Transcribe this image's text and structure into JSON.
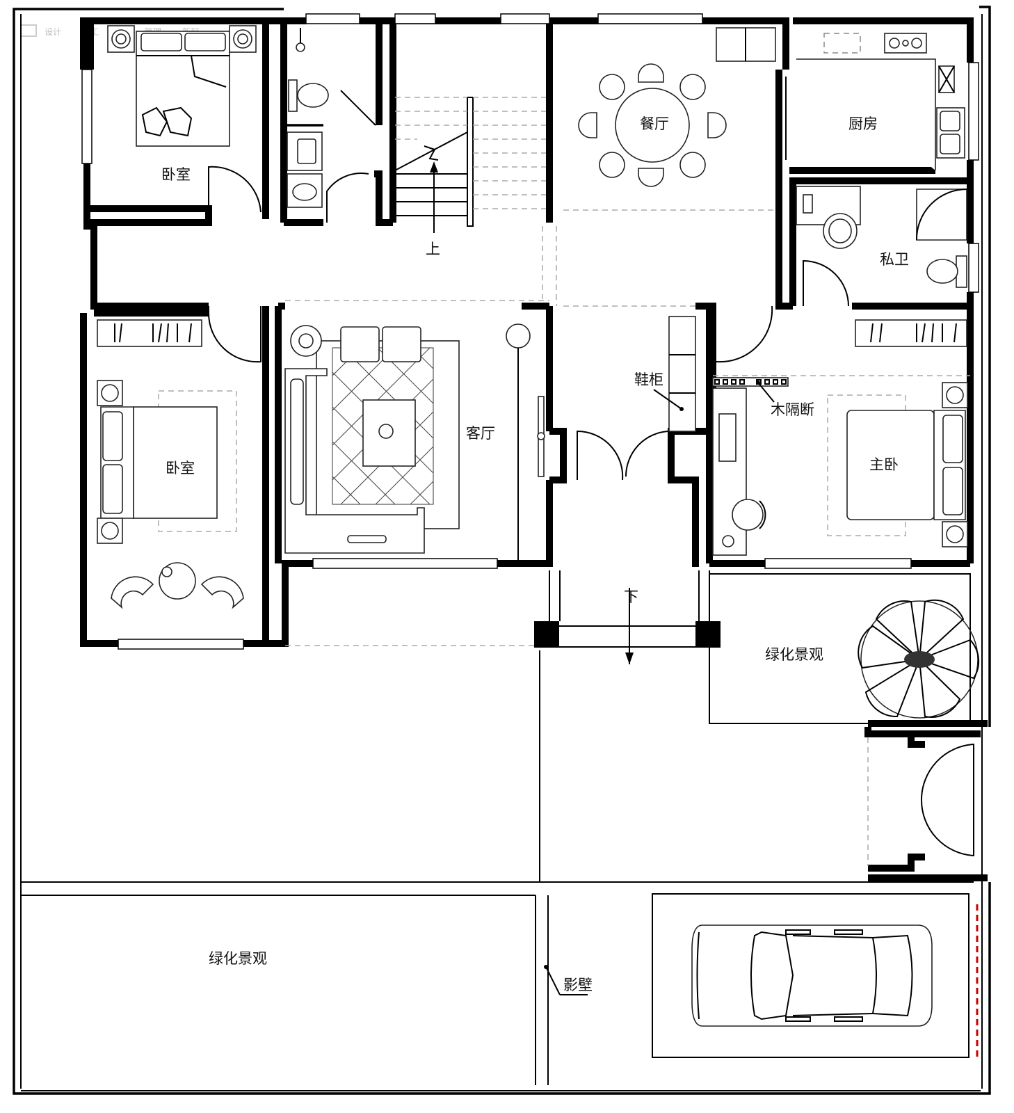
{
  "watermark": [
    "设计",
    "施工",
    "管理",
    "新起"
  ],
  "rooms": {
    "bedroom_top_left": "卧室",
    "bedroom_left": "卧室",
    "living_room": "客厅",
    "dining_room": "餐厅",
    "kitchen": "厨房",
    "private_bath": "私卫",
    "master_bedroom": "主卧",
    "garden_right": "绿化景观",
    "garden_bottom": "绿化景观"
  },
  "annotations": {
    "stairs_up": "上",
    "entrance_down": "下",
    "shoe_cabinet": "鞋柜",
    "wood_partition": "木隔断",
    "screen_wall": "影壁"
  },
  "colors": {
    "wall": "#000000",
    "dashed_guide": "#aaaaaa",
    "gate_marker": "#cc0000"
  }
}
